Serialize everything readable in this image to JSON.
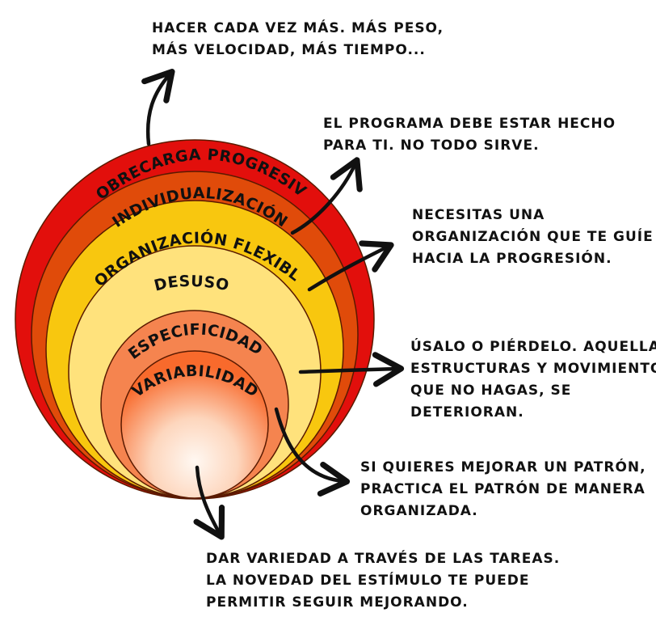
{
  "rings": [
    {
      "id": "sobrecarga",
      "label": "Sobrecarga progresiva",
      "color": "#e20f0c"
    },
    {
      "id": "individualizacion",
      "label": "Individualización",
      "color": "#e04b0a"
    },
    {
      "id": "organizacion",
      "label": "Organización flexible",
      "color": "#f8c70f"
    },
    {
      "id": "desuso",
      "label": "Desuso",
      "color": "#ffe27c"
    },
    {
      "id": "especificidad",
      "label": "Especificidad",
      "color": "#f5844f"
    },
    {
      "id": "variabilidad",
      "label": "Variabilidad",
      "color": "#f97b3d"
    }
  ],
  "notes": {
    "sobrecarga": [
      "Hacer cada vez más. Más peso,",
      "más velocidad, más tiempo..."
    ],
    "individualizacion": [
      "El programa debe estar hecho",
      "para ti. No todo sirve."
    ],
    "organizacion": [
      "Necesitas una",
      "organización que te guíe",
      "hacia la progresión."
    ],
    "desuso": [
      "Úsalo o piérdelo. Aquellas",
      "estructuras y movimientos",
      "que no hagas, se",
      "deterioran."
    ],
    "especificidad": [
      "Si quieres mejorar un patrón,",
      "practica el patrón de manera",
      "organizada."
    ],
    "variabilidad": [
      "Dar variedad a través de las tareas.",
      "La novedad del estímulo te puede",
      "permitir seguir mejorando."
    ]
  }
}
